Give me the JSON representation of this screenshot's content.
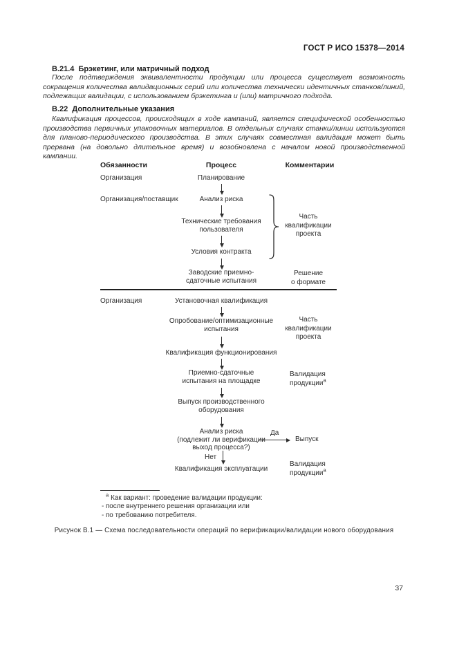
{
  "header": {
    "standard": "ГОСТ Р ИСО 15378—2014"
  },
  "sections": {
    "s1": {
      "heading": "В.21.4  Брэкетинг, или матричный подход",
      "body": "После подтверждения эквивалентности продукции или процесса существует возможность сокращения количества валидационных серий или количества технически идентичных станков/линий, подлежащих валидации, с использованием брэкетинга и (или) матричного подхода."
    },
    "s2": {
      "heading": "В.22  Дополнительные указания",
      "body": "Квалификация процессов, происходящих в ходе кампаний, является специфической особенностью производства первичных упаковочных материалов. В отдельных случаях станки/линии используются для планово-периодического производства. В этих случаях совместная валидация может быть прервана (на довольно длительное время) и возобновлена с началом новой производственной кампании."
    }
  },
  "flowchart": {
    "col_responsibility": "Обязанности",
    "col_process": "Процесс",
    "col_comments": "Комментарии",
    "resp1": "Организация",
    "resp2": "Организация/поставщик",
    "resp3": "Организация",
    "nodes": {
      "planning": "Планирование",
      "risk1": "Анализ риска",
      "tech": "Технические требования\nпользователя",
      "contract": "Условия контракта",
      "factory": "Заводские приемно-\nсдаточные испытания",
      "install": "Установочная квалификация",
      "trial": "Опробование/оптимизационные\nиспытания",
      "fquali": "Квалификация функционирования",
      "site": "Приемно-сдаточные\nиспытания на площадке",
      "release_eq": "Выпуск производственного\nоборудования",
      "risk2": "Анализ риска\n(подлежит ли верификации\nвыход процесса?)",
      "oquali": "Квалификация эксплуатации"
    },
    "branch": {
      "yes": "Да",
      "no": "Нет",
      "release": "Выпуск"
    },
    "comments": {
      "c1": "Часть\nквалификации\nпроекта",
      "c2": "Решение\nо формате",
      "c3": "Часть\nквалификации\nпроекта",
      "c4": "Валидация\nпродукции",
      "c4_sup": "а",
      "c5": "Валидация\nпродукции",
      "c5_sup": "а"
    }
  },
  "footnote": {
    "sup": "а",
    "line1": "Как вариант: проведение валидации продукции:",
    "line2": "- после внутреннего решения организации или",
    "line3": "- по требованию потребителя."
  },
  "caption": "Рисунок В.1 — Схема последовательности операций по верификации/валидации нового оборудования",
  "page_number": "37"
}
